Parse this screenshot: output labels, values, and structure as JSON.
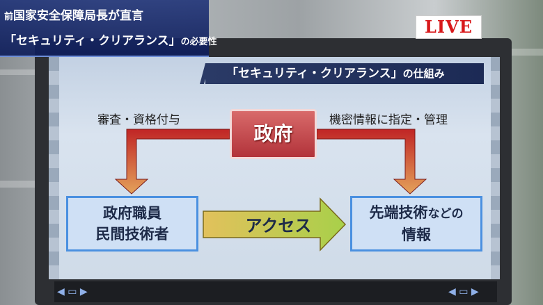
{
  "caption": {
    "line1_small": "前",
    "line1_main": "国家安全保障局長が直言",
    "line2_main": "「セキュリティ・クリアランス」",
    "line2_small": "の必要性"
  },
  "live_badge": "LIVE",
  "slide": {
    "title_main": "「セキュリティ・クリアランス」",
    "title_small": "の仕組み",
    "left_label": "審査・資格付与",
    "right_label": "機密情報に指定・管理",
    "government": "政府",
    "left_box_line1": "政府職員",
    "left_box_line2": "民間技術者",
    "access": "アクセス",
    "right_box_line1_main": "先端技術",
    "right_box_line1_small": "などの",
    "right_box_line2": "情報"
  },
  "colors": {
    "caption_bg": "#1c2e78",
    "live_text": "#d8191b",
    "government_box": "#b2333a",
    "info_box_border": "#4a90e0",
    "arrow_red": "#b82a2a",
    "arrow_green": "#b4d24a"
  }
}
